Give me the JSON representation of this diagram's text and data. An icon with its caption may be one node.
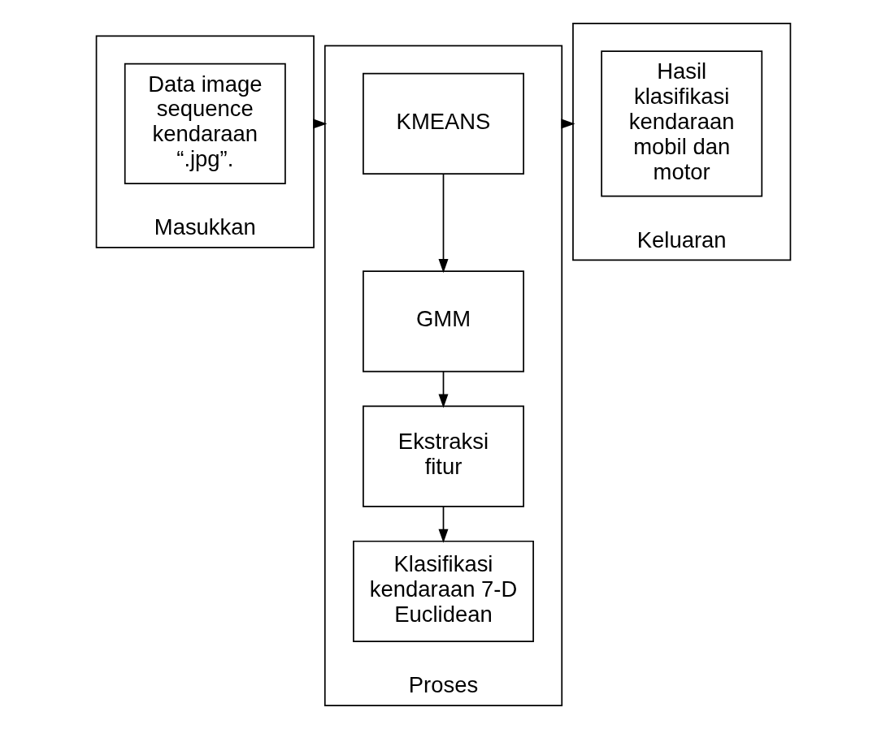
{
  "diagram": {
    "nodes": [
      {
        "text": [
          "Masukkan"
        ]
      },
      {
        "text": [
          "Data image sequence kendaraan “.jpg”."
        ],
        "in": 0
      },
      {
        "text": [
          "Proses"
        ]
      },
      {
        "text": [
          "KMEANS"
        ],
        "in": 2
      },
      {
        "text": [
          "GMM"
        ],
        "in": 2
      },
      {
        "text": [
          "Ekstraksi fitur"
        ],
        "in": 2
      },
      {
        "text": [
          "Klasifikasi kendaraan 7-D Euclidean"
        ],
        "in": 2
      },
      {
        "text": [
          "Keluaran"
        ]
      },
      {
        "text": [
          "Hasil klasifikasi kendaraan mobil dan motor"
        ],
        "in": 7
      }
    ],
    "edges": [
      {
        "from": 0,
        "to": 2,
        "arrow": "to"
      },
      {
        "from": 2,
        "to": 7,
        "arrow": "to"
      },
      {
        "from": 3,
        "to": 4,
        "arrow": "to"
      },
      {
        "from": 4,
        "to": 5,
        "arrow": "to"
      },
      {
        "from": 5,
        "to": 6,
        "arrow": "to"
      }
    ]
  }
}
